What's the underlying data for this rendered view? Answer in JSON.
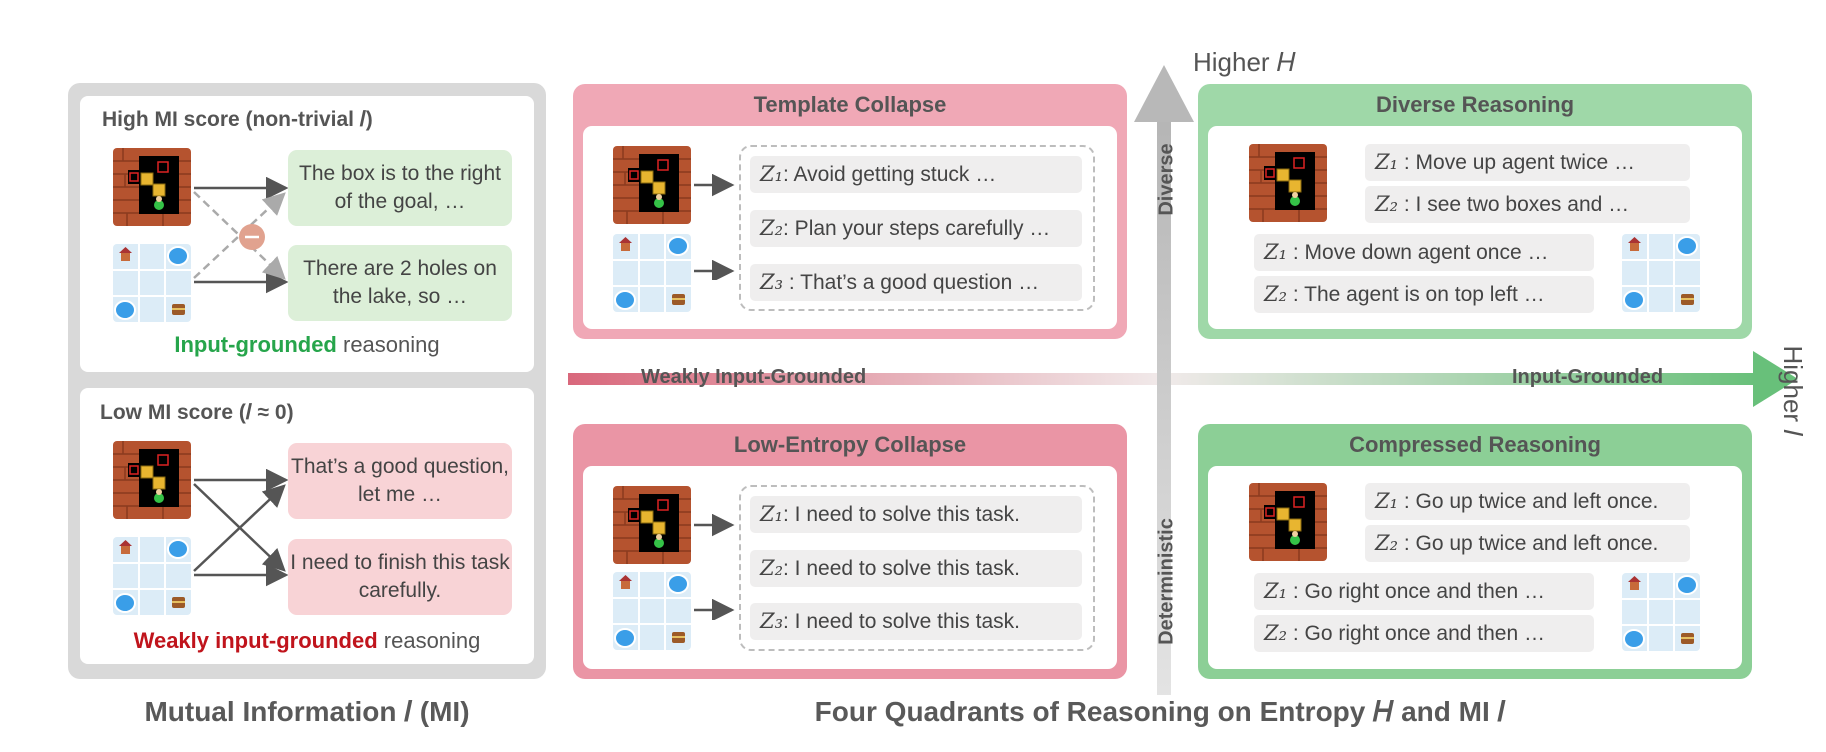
{
  "left_panel": {
    "high": {
      "title": "High MI score (non-trivial 𝐼)",
      "bubble1": "The box is to the right of the goal, …",
      "bubble2": "There are 2 holes on the lake, so …",
      "caption_strong": "Input-grounded",
      "caption_rest": "reasoning"
    },
    "low": {
      "title": "Low MI score (𝐼 ≈ 0)",
      "bubble1": "That’s a good question, let me …",
      "bubble2": "I need to finish this task carefully.",
      "caption_strong": "Weakly input-grounded",
      "caption_rest": "reasoning"
    },
    "bottom_title": "Mutual Information 𝐼 (MI)"
  },
  "quadrants": {
    "template": {
      "title": "Template Collapse",
      "lines": [
        {
          "sub": "Z₁",
          "text": ": Avoid getting stuck …"
        },
        {
          "sub": "Z₂",
          "text": ": Plan your steps carefully …"
        },
        {
          "sub": "Z₃",
          "text": " : That’s a good question …"
        }
      ]
    },
    "low_entropy": {
      "title": "Low-Entropy Collapse",
      "lines": [
        {
          "sub": "Z₁",
          "text": ": I need to solve this task."
        },
        {
          "sub": "Z₂",
          "text": ": I need to solve this task."
        },
        {
          "sub": "Z₃",
          "text": ": I need to solve this task."
        }
      ]
    },
    "diverse": {
      "title": "Diverse Reasoning",
      "lines": [
        {
          "sub": "Z₁",
          "text": " : Move up agent twice …"
        },
        {
          "sub": "Z₂",
          "text": " : I see two boxes and  …"
        },
        {
          "sub": "Z₁",
          "text": " : Move down agent once …"
        },
        {
          "sub": "Z₂",
          "text": " : The agent is on top left …"
        }
      ]
    },
    "compressed": {
      "title": "Compressed Reasoning",
      "lines": [
        {
          "sub": "Z₁",
          "text": " : Go up twice and left once."
        },
        {
          "sub": "Z₂",
          "text": " : Go up twice and left once."
        },
        {
          "sub": "Z₁",
          "text": " : Go right once and then …"
        },
        {
          "sub": "Z₂",
          "text": " : Go right once and then …"
        }
      ]
    }
  },
  "axes": {
    "higher_h": "Higher 𝐻",
    "higher_i": "Higher 𝐼",
    "diverse": "Diverse",
    "deterministic": "Deterministic",
    "weakly": "Weakly Input-Grounded",
    "grounded": "Input-Grounded"
  },
  "bottom_title_right": "Four Quadrants of Reasoning on Entropy 𝐻 and MI 𝐼",
  "colors": {
    "pink_quad": "#f0a8b6",
    "green_quad": "#9fd8a8",
    "green_text": "#26a54b",
    "red_text": "#c0141c"
  }
}
